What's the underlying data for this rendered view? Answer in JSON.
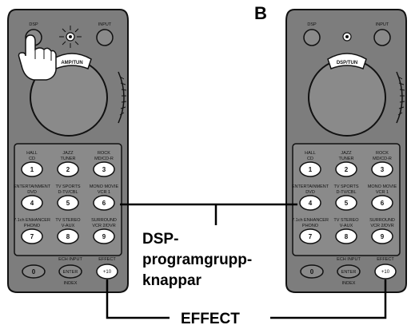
{
  "figure_letter": "B",
  "callouts": {
    "dsp_group": [
      "DSP-",
      "programgrupp-",
      "knappar"
    ],
    "effect": "EFFECT"
  },
  "remote_labels": {
    "dsp": "DSP",
    "input": "INPUT",
    "amp_tun": "AMP/TUN",
    "dsp_tun": "DSP/TUN",
    "ech_input": "ECH INPUT",
    "enter": "ENTER",
    "index": "INDEX",
    "effect_small": "EFFECT",
    "plus10": "+10",
    "zero": "0"
  },
  "keypad": [
    {
      "num": "1",
      "top": "HALL",
      "bottom": "CD"
    },
    {
      "num": "2",
      "top": "JAZZ",
      "bottom": "TUNER"
    },
    {
      "num": "3",
      "top": "ROCK",
      "bottom": "MD/CD-R"
    },
    {
      "num": "4",
      "top": "ENTERTAINMENT",
      "bottom": "DVD"
    },
    {
      "num": "5",
      "top": "TV SPORTS",
      "bottom": "D-TV/CBL"
    },
    {
      "num": "6",
      "top": "MONO MOVIE",
      "bottom": "VCR 1"
    },
    {
      "num": "7",
      "top": "7.1ch ENHANCER",
      "bottom": "PHONO"
    },
    {
      "num": "8",
      "top": "TV STEREO",
      "bottom": "V-AUX"
    },
    {
      "num": "9",
      "top": "SURROUND",
      "bottom": "VCR 2/DVR"
    }
  ],
  "colors": {
    "remote_body": "#7d7d7d",
    "line": "#000000"
  }
}
